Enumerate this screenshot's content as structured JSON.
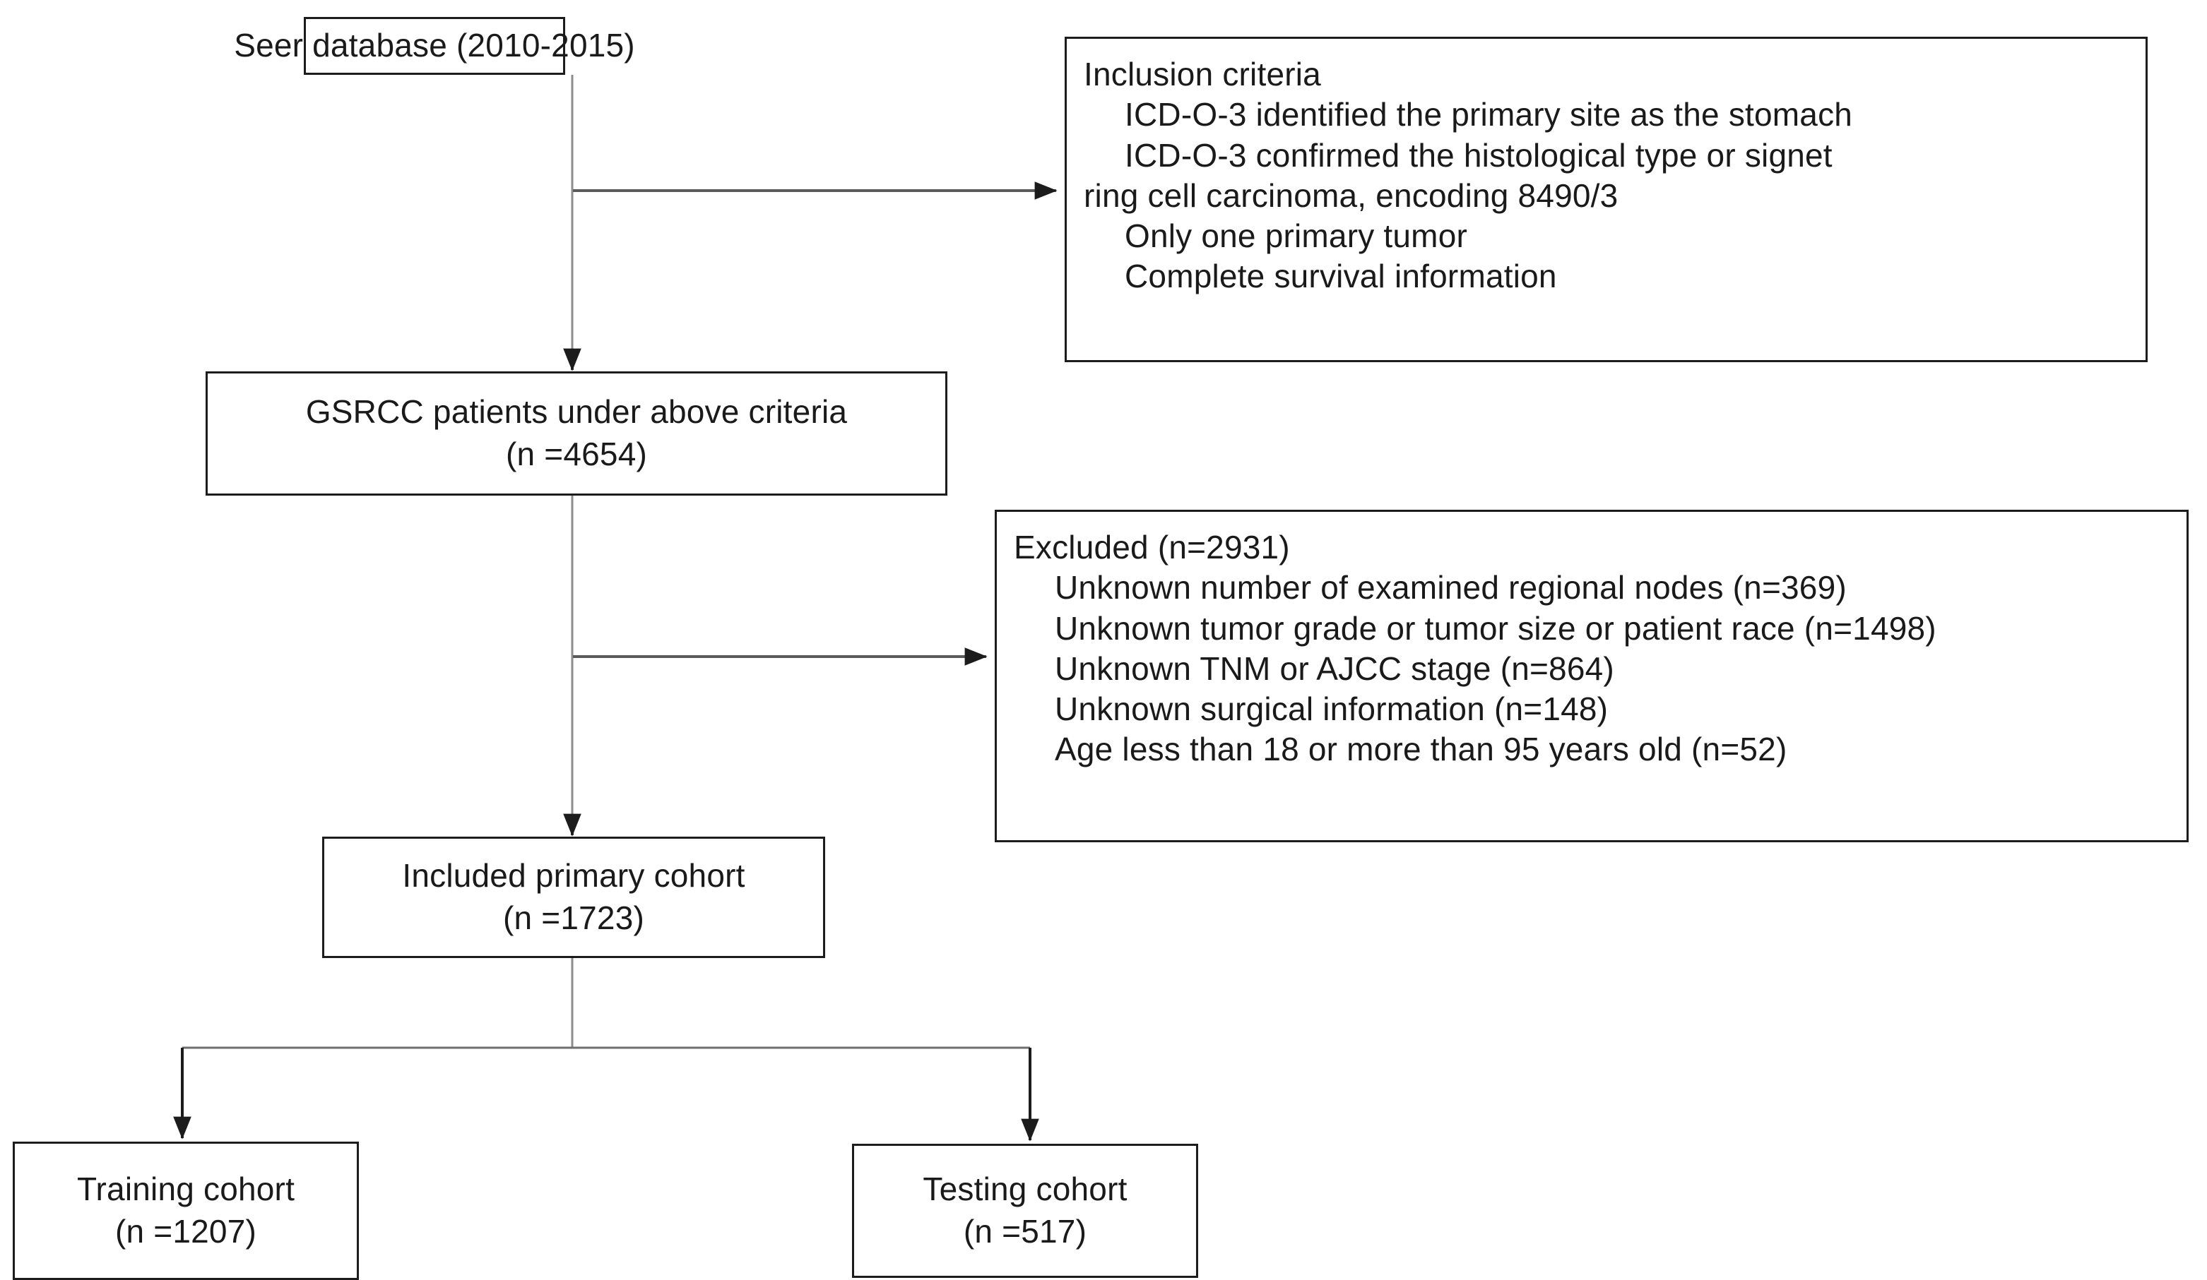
{
  "diagram": {
    "title": "Patient selection flowchart",
    "line_color": "#4d4d4d",
    "box_border_color": "#1c1c1c",
    "background": "#ffffff"
  },
  "nodes": {
    "seer": {
      "name": "seer-database-box",
      "lines": [
        "Seer database (2010-2015)"
      ]
    },
    "inclusion": {
      "name": "inclusion-criteria-box",
      "lines": [
        {
          "text": "Inclusion criteria",
          "indent": 0
        },
        {
          "text": "ICD-O-3 identified the primary site as the stomach",
          "indent": 1
        },
        {
          "text": "ICD-O-3 confirmed the histological type or signet",
          "indent": 1
        },
        {
          "text": "ring cell carcinoma, encoding 8490/3",
          "indent": 0
        },
        {
          "text": "Only one primary tumor",
          "indent": 1
        },
        {
          "text": "Complete survival information",
          "indent": 1
        }
      ]
    },
    "gsrcc": {
      "name": "gsrcc-patients-box",
      "lines": [
        "GSRCC patients under above criteria",
        "(n =4654)"
      ]
    },
    "excluded": {
      "name": "excluded-box",
      "lines": [
        {
          "text": "Excluded (n=2931)",
          "indent": 0
        },
        {
          "text": "Unknown number of examined regional nodes (n=369)",
          "indent": 1
        },
        {
          "text": "Unknown tumor grade or tumor size or patient race (n=1498)",
          "indent": 1
        },
        {
          "text": "Unknown TNM or AJCC stage (n=864)",
          "indent": 1
        },
        {
          "text": "Unknown surgical information (n=148)",
          "indent": 1
        },
        {
          "text": "Age less than 18 or more than 95 years old (n=52)",
          "indent": 1
        }
      ]
    },
    "included": {
      "name": "included-primary-cohort-box",
      "lines": [
        "Included primary cohort",
        "(n =1723)"
      ]
    },
    "training": {
      "name": "training-cohort-box",
      "lines": [
        "Training cohort",
        "(n =1207)"
      ]
    },
    "testing": {
      "name": "testing-cohort-box",
      "lines": [
        "Testing cohort",
        "(n =517)"
      ]
    }
  },
  "edges": [
    {
      "name": "seer-to-gsrcc-arrow",
      "from": "seer",
      "to": "gsrcc",
      "kind": "vertical-arrow"
    },
    {
      "name": "seer-to-inclusion-arrow",
      "from": "seer",
      "to": "inclusion",
      "kind": "branch-right-arrow"
    },
    {
      "name": "gsrcc-to-included-arrow",
      "from": "gsrcc",
      "to": "included",
      "kind": "vertical-arrow"
    },
    {
      "name": "gsrcc-to-excluded-arrow",
      "from": "gsrcc",
      "to": "excluded",
      "kind": "branch-right-arrow"
    },
    {
      "name": "included-to-training-arrow",
      "from": "included",
      "to": "training",
      "kind": "split-down-arrow"
    },
    {
      "name": "included-to-testing-arrow",
      "from": "included",
      "to": "testing",
      "kind": "split-down-arrow"
    }
  ]
}
